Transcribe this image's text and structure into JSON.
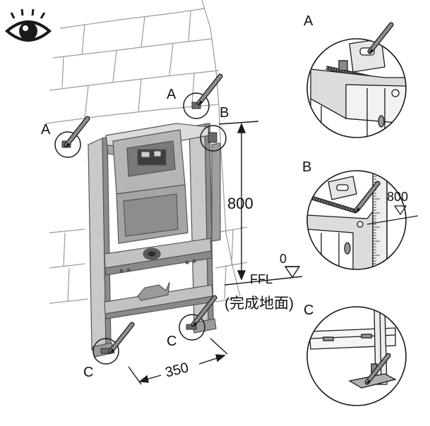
{
  "labels": {
    "a": "A",
    "b": "B",
    "c": "C",
    "height": "800",
    "spacing": "350",
    "zero": "0",
    "ffl": "FFL",
    "floor": "(完成地面)",
    "ruler": "800"
  },
  "icons": {
    "eye": "eye-icon",
    "pencil": "pencil-icon",
    "level": "level-triangle-icon"
  },
  "colors": {
    "line": "#1a1a1a",
    "wall": "#9a9a9a",
    "frame": "#6f6f6f",
    "frame_light": "#c9c9c9"
  }
}
